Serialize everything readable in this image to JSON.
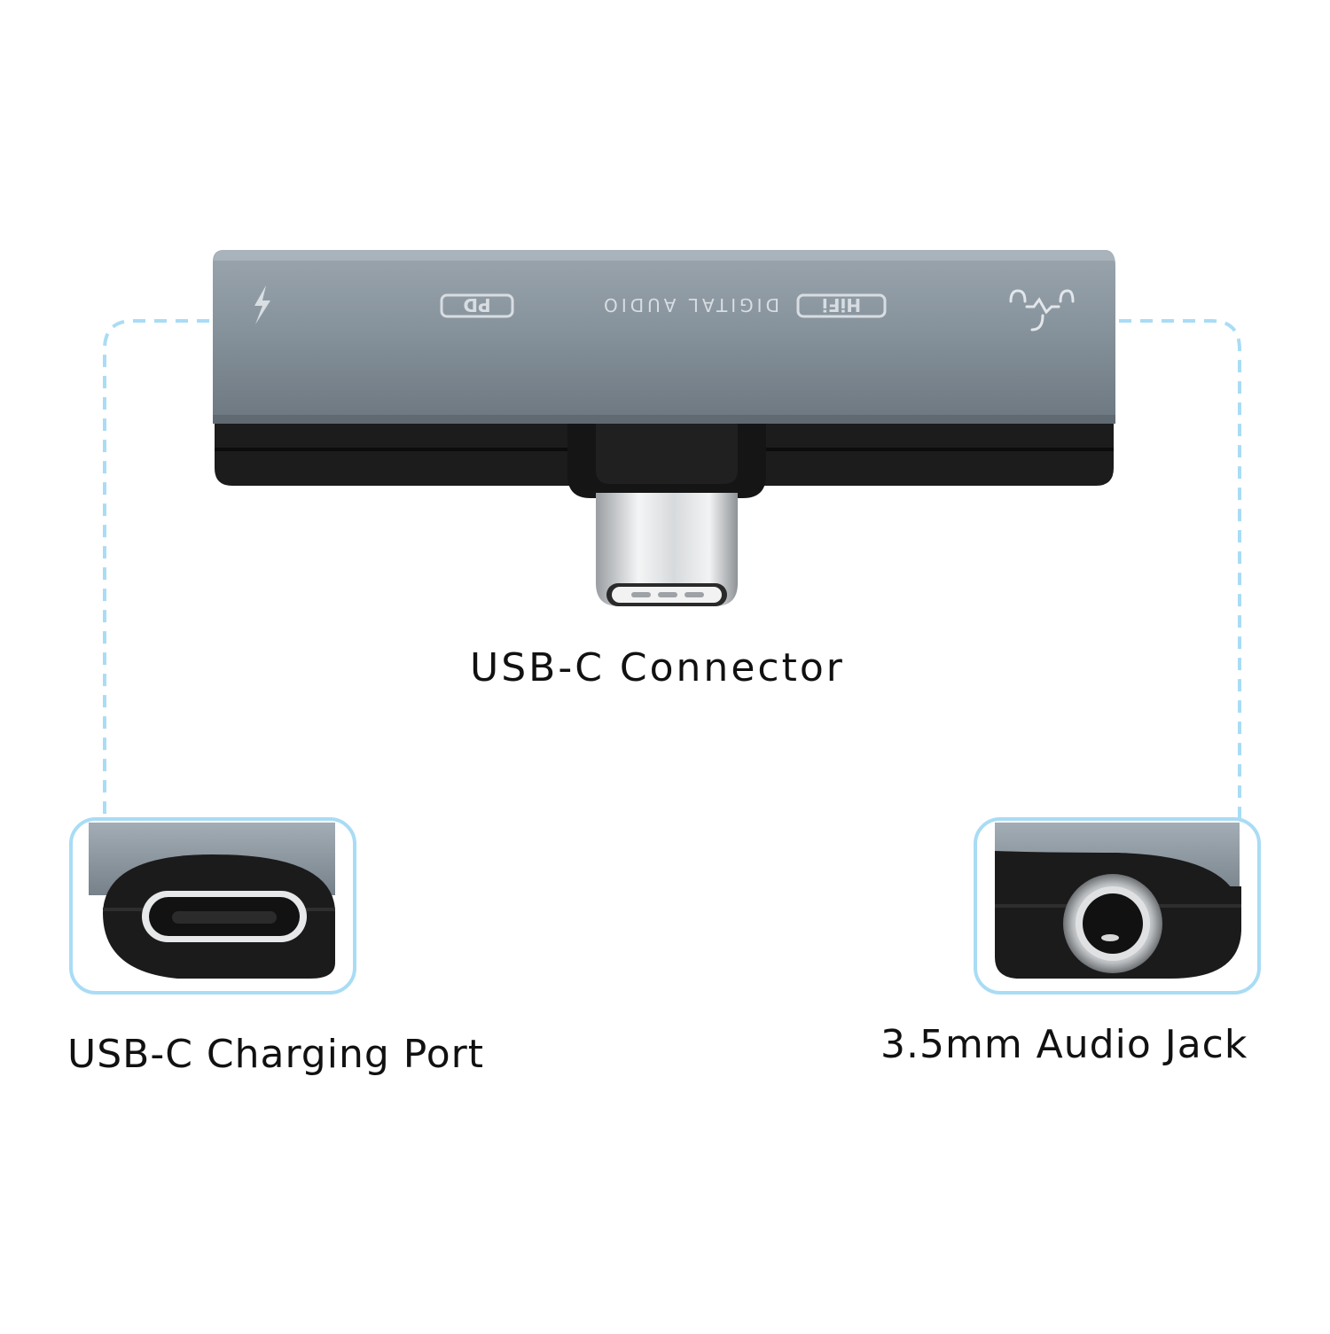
{
  "captions": {
    "connector": "USB-C Connector",
    "charging_port": "USB-C Charging Port",
    "audio_jack": "3.5mm Audio Jack"
  },
  "device": {
    "label_badge_left": "HiFi",
    "label_middle": "DIGITAL AUDIO",
    "label_badge_right": "PD",
    "icons": [
      "lightning-bolt-icon",
      "headphone-icon"
    ]
  },
  "colors": {
    "background": "#ffffff",
    "callout_blue": "#a9dcf5",
    "aluminum": "#7f8b95",
    "black_plastic": "#1a1a1a"
  }
}
